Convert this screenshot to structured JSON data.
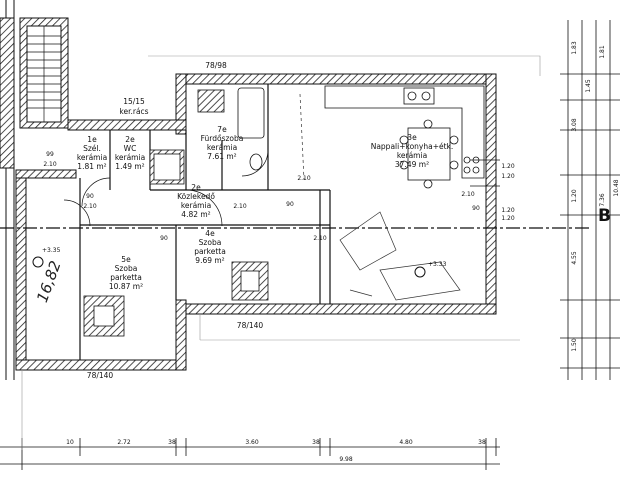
{
  "rooms": [
    {
      "id": "1e",
      "name": "Szél.",
      "floor": "kerámia",
      "area": "1.81 m²"
    },
    {
      "id": "2e",
      "name": "WC",
      "floor": "kerámia",
      "area": "1.49 m²"
    },
    {
      "id": "7e",
      "name": "Fürdőszoba",
      "floor": "kerámia",
      "area": "7.61 m²"
    },
    {
      "id": "3e",
      "name": "Nappali+konyha+étk.",
      "floor": "kerámia",
      "area": "37.49 m²"
    },
    {
      "id": "2e",
      "name": "Közlekedő",
      "floor": "kerámia",
      "area": "4.82 m²"
    },
    {
      "id": "4e",
      "name": "Szoba",
      "floor": "parketta",
      "area": "9.69 m²"
    },
    {
      "id": "5e",
      "name": "Szoba",
      "floor": "parketta",
      "area": "10.87 m²"
    }
  ],
  "labels": {
    "stair_note": "15/15",
    "stair_material": "ker.rács",
    "wall_top": "78/98",
    "wall_bottom_left": "78/140",
    "wall_bottom_right": "78/140",
    "section_marker": "B",
    "level_left": "+3.35",
    "level_right": "+3.33",
    "handwritten_area": "16,82"
  },
  "dims": {
    "bottom_row": [
      "10",
      "2.72",
      "38",
      "3.60",
      "38",
      "4.80",
      "38"
    ],
    "total_width": "9.98",
    "right_a": [
      "1.83",
      "1.45",
      "1.81"
    ],
    "right_b": [
      "3.08",
      "1.20",
      "4.55",
      "1.50"
    ],
    "right_c": [
      "7.36",
      "10.48"
    ],
    "right_d": [
      "1.20",
      "1.20",
      "1.20",
      "1.20"
    ],
    "openings": [
      "99",
      "2.10",
      "90",
      "2.10",
      "90",
      "2.10",
      "90",
      "2.10",
      "2.10",
      "90",
      "2.10"
    ]
  }
}
